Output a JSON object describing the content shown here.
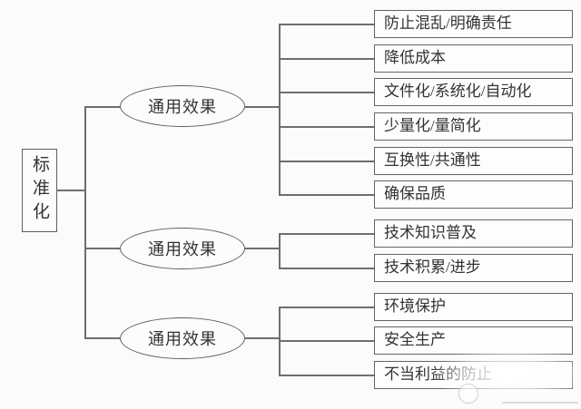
{
  "diagram": {
    "root": {
      "label": "标准化"
    },
    "groups": [
      {
        "branch": "通用效果",
        "leaves": [
          "防止混乱/明确责任",
          "降低成本",
          "文件化/系统化/自动化",
          "少量化/量简化",
          "互换性/共通性",
          "确保品质"
        ]
      },
      {
        "branch": "通用效果",
        "leaves": [
          "技术知识普及",
          "技术积累/进步"
        ]
      },
      {
        "branch": "通用效果",
        "leaves": [
          "环境保护",
          "安全生产",
          "不当利益的防止"
        ]
      }
    ]
  },
  "colors": {
    "line": "#6e6e6e",
    "box_border": "#646464",
    "text": "#333333",
    "background": "#fbfbfb"
  }
}
